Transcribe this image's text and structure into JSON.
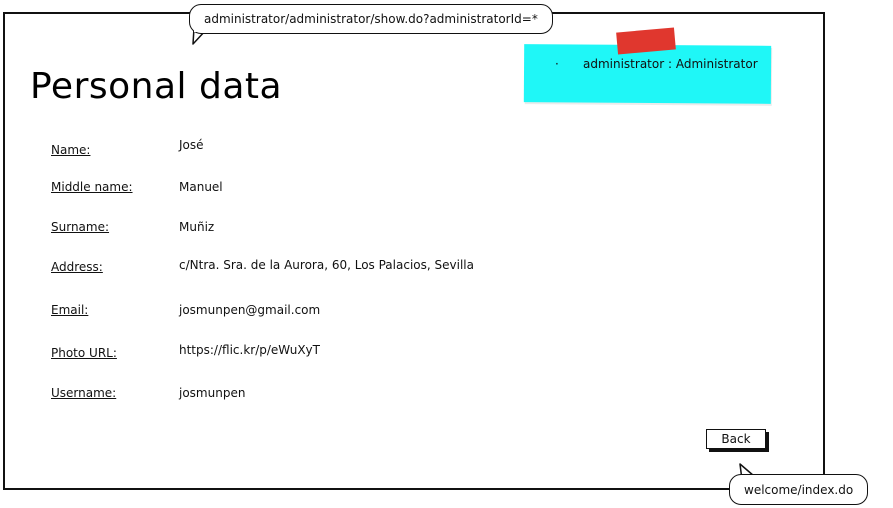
{
  "bubbles": {
    "top_url": "administrator/administrator/show.do?administratorId=*",
    "bottom_url": "welcome/index.do"
  },
  "header": {
    "title": "Personal data"
  },
  "sticky_note": {
    "bullet": "·",
    "text": "administrator : Administrator",
    "color": "#1ff7f7",
    "tape_color": "#e0372e"
  },
  "fields": [
    {
      "label": "Name:",
      "value": "José"
    },
    {
      "label": "Middle name:",
      "value": "Manuel"
    },
    {
      "label": "Surname:",
      "value": "Muñiz"
    },
    {
      "label": "Address:",
      "value": "c/Ntra. Sra. de la Aurora, 60, Los Palacios, Sevilla"
    },
    {
      "label": "Email:",
      "value": "josmunpen@gmail.com"
    },
    {
      "label": "Photo URL:",
      "value": "https://flic.kr/p/eWuXyT"
    },
    {
      "label": "Username:",
      "value": "josmunpen"
    }
  ],
  "actions": {
    "back_label": "Back"
  }
}
